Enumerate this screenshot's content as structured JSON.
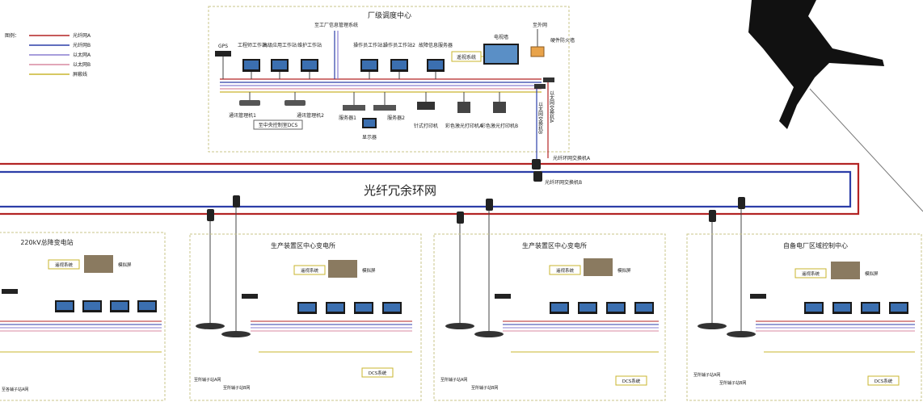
{
  "legend": {
    "title": "图例：",
    "items": [
      {
        "label": "光纤网A",
        "color": "#b32424"
      },
      {
        "label": "光纤网B",
        "color": "#2c3ea8"
      },
      {
        "label": "以太网A",
        "color": "#8a7fd0"
      },
      {
        "label": "以太网B",
        "color": "#d98aa0"
      },
      {
        "label": "屏蔽线",
        "color": "#c9b52e"
      }
    ]
  },
  "center": {
    "title": "厂级调度中心",
    "mis_label": "至工厂信息管理系统",
    "external_label": "至外网",
    "firewall_label": "硬件防火墙",
    "gps_label": "GPS",
    "workstations": [
      "工程师工作站",
      "高级应用工作站",
      "维护工作站",
      "操作员工作站1",
      "操作员工作站2",
      "故障信息服务器"
    ],
    "remote_label": "遥视系统",
    "tvwall_label": "电视墙",
    "comm1_label": "通讯管理机1",
    "comm2_label": "通讯管理机2",
    "dcs_label": "至中央控制室DCS",
    "server1_label": "服务器1",
    "server2_label": "服务器2",
    "monitor_label": "显示器",
    "dot_printer_label": "针式打印机",
    "laser_a_label": "彩色激光打印机A",
    "laser_b_label": "彩色激光打印机B",
    "eth_b_label": "以太网交换机B",
    "eth_a_label": "以太网交换机A"
  },
  "ring": {
    "title": "光纤冗余环网",
    "switch_a_label": "光纤环网交换机A",
    "switch_b_label": "光纤环网交换机B"
  },
  "substations": [
    {
      "title": "220kV总降变电站",
      "remote_label": "遥视系统",
      "screen_label": "模拟屏",
      "feed_label": "至各辅子站A网",
      "dcs_label": ""
    },
    {
      "title": "生产装置区中心变电所",
      "remote_label": "遥视系统",
      "screen_label": "模拟屏",
      "feed_a_label": "至所辅子站A网",
      "feed_b_label": "至所辅子站B网",
      "dcs_label": "DCS系统"
    },
    {
      "title": "生产装置区中心变电所",
      "remote_label": "遥视系统",
      "screen_label": "模拟屏",
      "feed_a_label": "至所辅子站A网",
      "feed_b_label": "至所辅子站B网",
      "dcs_label": "DCS系统"
    },
    {
      "title": "自备电厂区域控制中心",
      "remote_label": "遥视系统",
      "screen_label": "模拟屏",
      "feed_a_label": "至所辅子站A网",
      "feed_b_label": "至所辅子站B网",
      "dcs_label": "DCS系统"
    }
  ]
}
